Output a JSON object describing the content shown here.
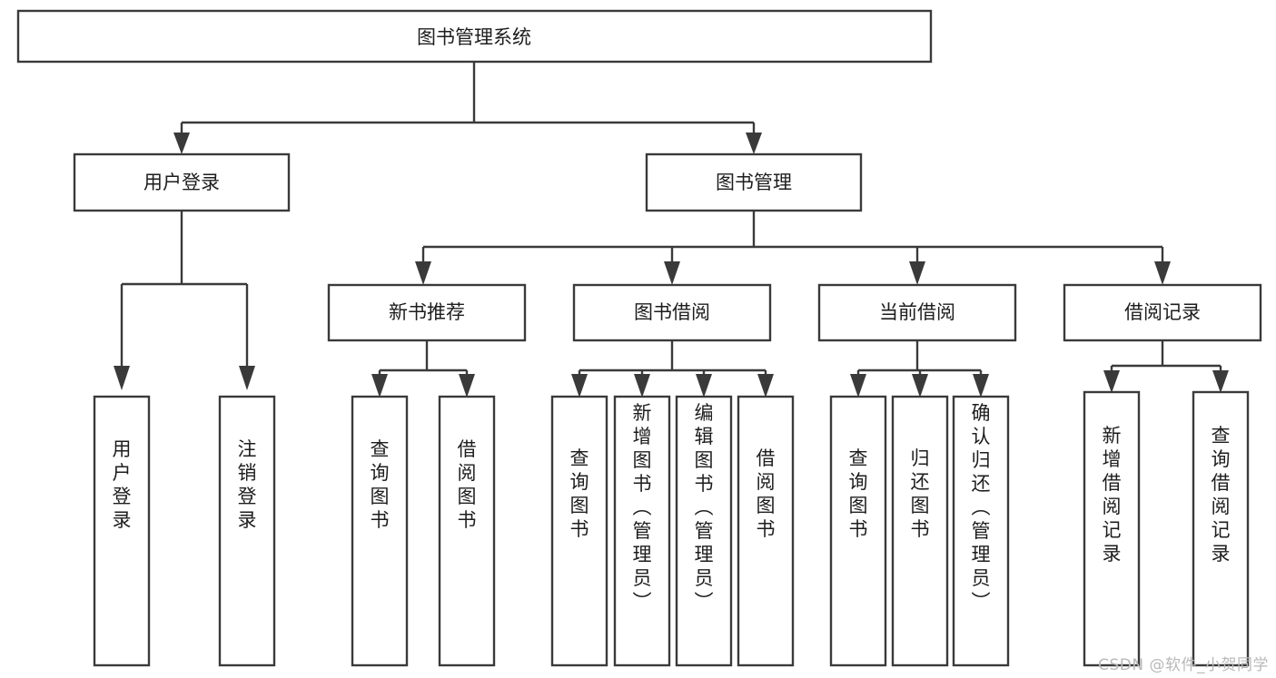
{
  "diagram": {
    "type": "tree",
    "orientation": "top-down",
    "title": "图书管理系统",
    "watermark": "CSDN @软件_小贺同学",
    "colors": {
      "stroke": "#3a3a3a",
      "fill": "#ffffff",
      "text": "#1d1d1d",
      "watermark": "#b9b9b9",
      "background": "#ffffff"
    },
    "nodes": {
      "root": {
        "label": "图书管理系统",
        "level": 0,
        "orientation": "horizontal"
      },
      "l1": [
        {
          "id": "user-login",
          "label": "用户登录",
          "level": 1,
          "orientation": "horizontal"
        },
        {
          "id": "book-manage",
          "label": "图书管理",
          "level": 1,
          "orientation": "horizontal"
        }
      ],
      "l2": [
        {
          "id": "new-book-rec",
          "label": "新书推荐",
          "level": 2,
          "orientation": "horizontal",
          "parent": "book-manage"
        },
        {
          "id": "book-borrow",
          "label": "图书借阅",
          "level": 2,
          "orientation": "horizontal",
          "parent": "book-manage"
        },
        {
          "id": "current-borrow",
          "label": "当前借阅",
          "level": 2,
          "orientation": "horizontal",
          "parent": "book-manage"
        },
        {
          "id": "borrow-record",
          "label": "借阅记录",
          "level": 2,
          "orientation": "horizontal",
          "parent": "book-manage"
        }
      ],
      "leaves": [
        {
          "id": "leaf-user-login",
          "label": "用户登录",
          "parent": "user-login",
          "orientation": "vertical"
        },
        {
          "id": "leaf-user-logout",
          "label": "注销登录",
          "parent": "user-login",
          "orientation": "vertical"
        },
        {
          "id": "leaf-rec-query-book",
          "label": "查询图书",
          "parent": "new-book-rec",
          "orientation": "vertical"
        },
        {
          "id": "leaf-rec-borrow-book",
          "label": "借阅图书",
          "parent": "new-book-rec",
          "orientation": "vertical"
        },
        {
          "id": "leaf-borrow-query-book",
          "label": "查询图书",
          "parent": "book-borrow",
          "orientation": "vertical"
        },
        {
          "id": "leaf-borrow-add-book",
          "label": "新增图书（管理员）",
          "parent": "book-borrow",
          "orientation": "vertical"
        },
        {
          "id": "leaf-borrow-edit-book",
          "label": "编辑图书（管理员）",
          "parent": "book-borrow",
          "orientation": "vertical"
        },
        {
          "id": "leaf-borrow-borrow-book",
          "label": "借阅图书",
          "parent": "book-borrow",
          "orientation": "vertical"
        },
        {
          "id": "leaf-current-query-book",
          "label": "查询图书",
          "parent": "current-borrow",
          "orientation": "vertical"
        },
        {
          "id": "leaf-current-return-book",
          "label": "归还图书",
          "parent": "current-borrow",
          "orientation": "vertical"
        },
        {
          "id": "leaf-current-confirm-return",
          "label": "确认归还（管理员）",
          "parent": "current-borrow",
          "orientation": "vertical"
        },
        {
          "id": "leaf-record-add",
          "label": "新增借阅记录",
          "parent": "borrow-record",
          "orientation": "vertical"
        },
        {
          "id": "leaf-record-query",
          "label": "查询借阅记录",
          "parent": "borrow-record",
          "orientation": "vertical"
        }
      ]
    }
  }
}
